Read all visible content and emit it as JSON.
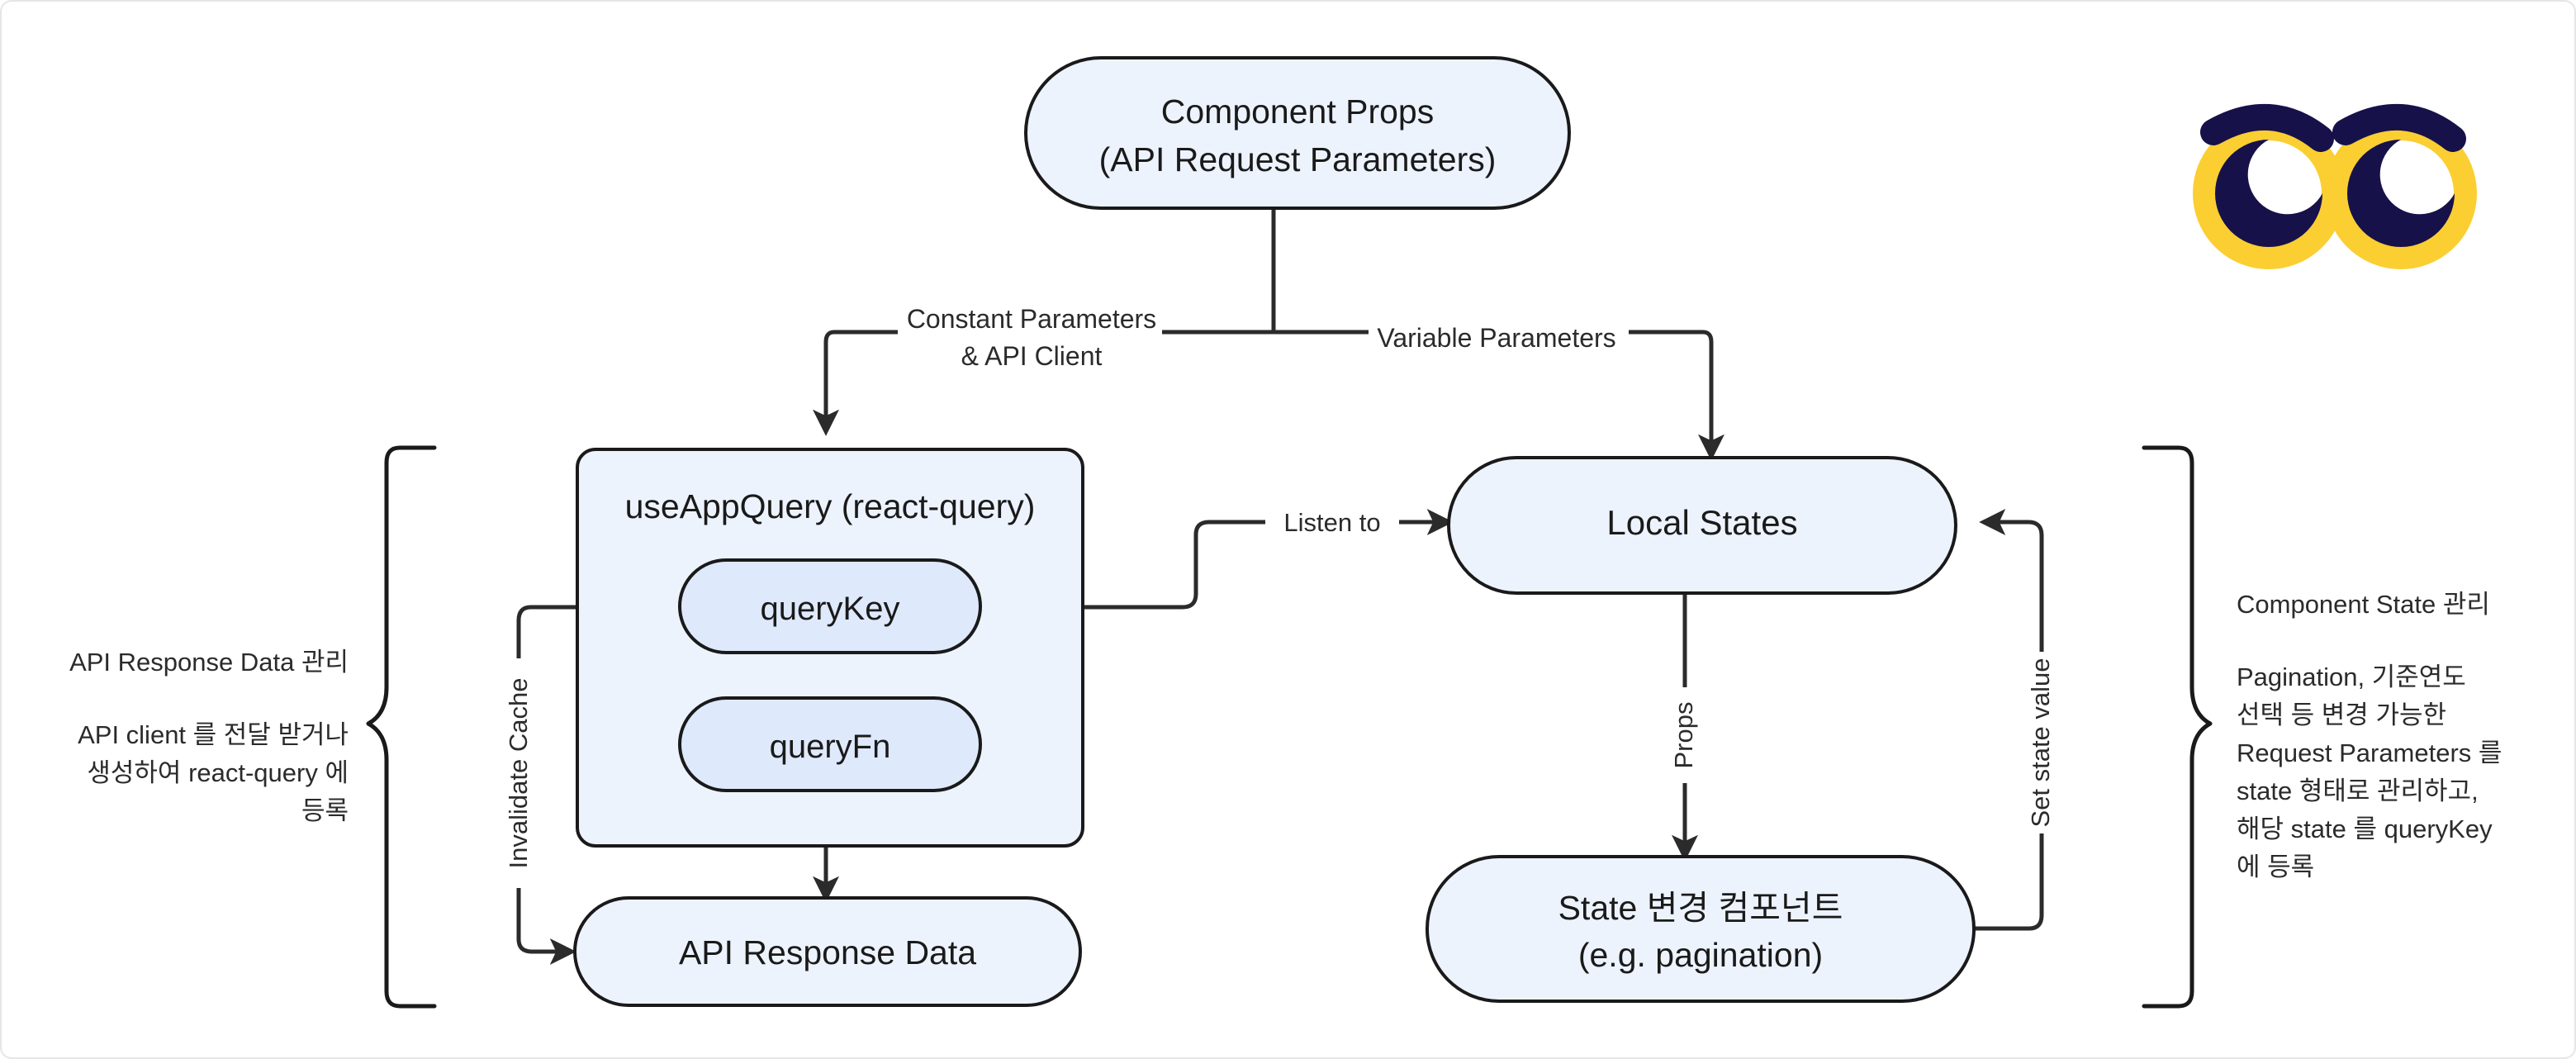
{
  "diagram": {
    "title_node": {
      "name": "component-props",
      "line1": "Component Props",
      "line2": "(API Request Parameters)"
    },
    "nodes": {
      "use_app_query": "useAppQuery (react-query)",
      "query_key": "queryKey",
      "query_fn": "queryFn",
      "api_response_data": "API Response Data",
      "local_states": "Local States",
      "state_change_component_line1": "State 변경 컴포넌트",
      "state_change_component_line2": "(e.g. pagination)"
    },
    "edge_labels": {
      "constant_params_line1": "Constant Parameters",
      "constant_params_line2": "& API Client",
      "variable_params": "Variable Parameters",
      "listen_to": "Listen to",
      "invalidate_cache": "Invalidate Cache",
      "props": "Props",
      "set_state_value": "Set state value"
    },
    "left_note": {
      "heading": "API Response Data 관리",
      "body_line1": "API client 를 전달 받거나",
      "body_line2": "생성하여 react-query 에",
      "body_line3": "등록"
    },
    "right_note": {
      "heading": "Component State 관리",
      "body_line1": "Pagination, 기준연도",
      "body_line2": "선택 등 변경 가능한",
      "body_line3": "Request Parameters 를",
      "body_line4": "state 형태로 관리하고,",
      "body_line5": "해당 state 를 queryKey",
      "body_line6": "에 등록"
    },
    "decoration": {
      "eyes_emoji": "👀"
    },
    "colors": {
      "node_fill_outer": "#EDF3FD",
      "node_fill_inner": "#DFE9FC",
      "node_stroke": "#1A1A1A",
      "line": "#2B2B2B",
      "text": "#1A1A1A",
      "canvas": "#FFFFFF",
      "eye_yellow": "#FBCE32",
      "eye_navy": "#17114A"
    }
  }
}
